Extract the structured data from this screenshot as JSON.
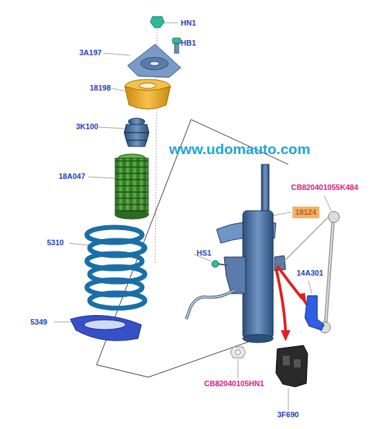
{
  "diagram": {
    "nodes": [
      {
        "text": [
          "18124"
        ]
      }
    ],
    "labels": [
      "HN1",
      "HB1",
      "3A197",
      "18198",
      "3K100",
      "www.udomauto.com",
      "18A047",
      "CB820401055K484",
      "5310",
      "HS1",
      "14A301",
      "5349",
      "CB82040105HN1",
      "3F690"
    ]
  }
}
